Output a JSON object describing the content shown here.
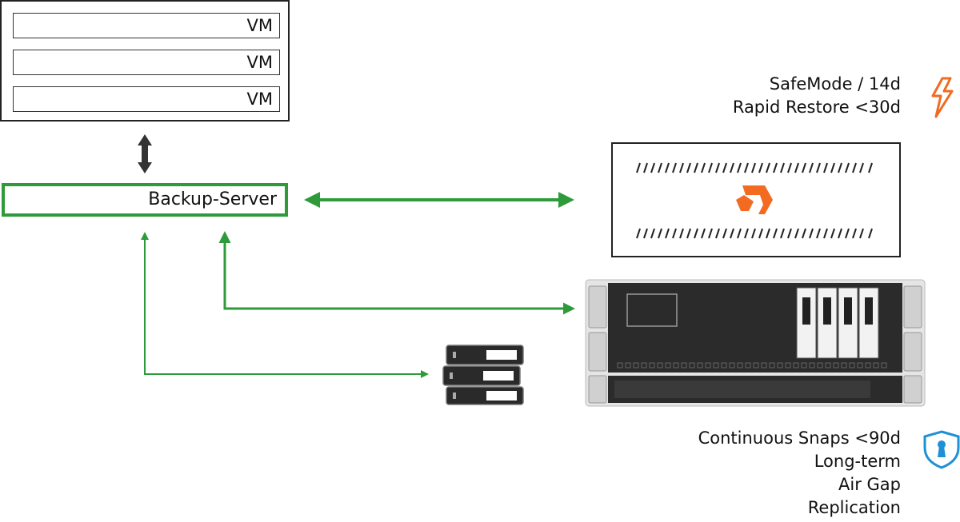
{
  "vm_host": {
    "vms": [
      {
        "label": "VM"
      },
      {
        "label": "VM"
      },
      {
        "label": "VM"
      }
    ]
  },
  "backup_server": {
    "label": "Backup-Server"
  },
  "primary_storage": {
    "features": [
      "SafeMode / 14d",
      "Rapid Restore <30d"
    ],
    "icon": "lightning-bolt-icon",
    "icon_color": "#f26b21",
    "logo_color": "#f26b21"
  },
  "secondary_storage": {
    "features": [
      "Continuous Snaps <90d",
      "Long-term",
      "Air Gap",
      "Replication"
    ],
    "icon": "shield-keyhole-icon",
    "icon_color": "#1f8fd6"
  },
  "colors": {
    "connection": "#2f9a3a",
    "vm_link": "#333333"
  }
}
